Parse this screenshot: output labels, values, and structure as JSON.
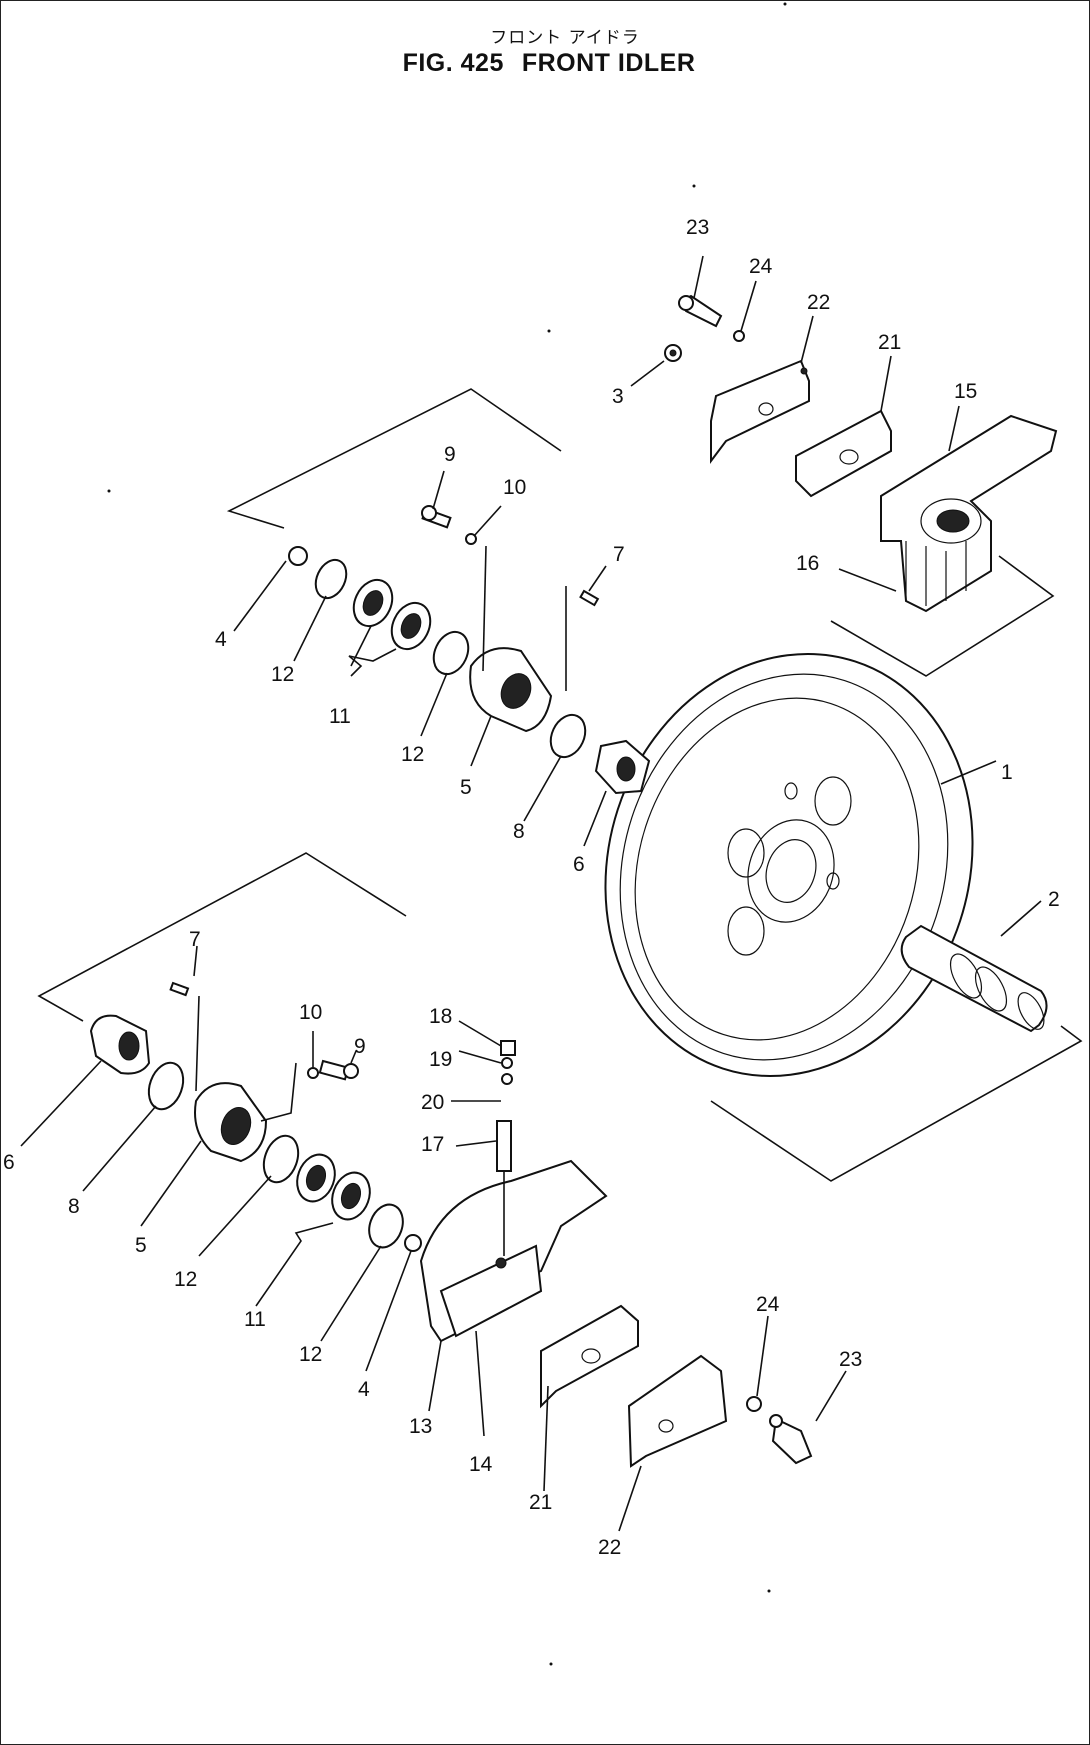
{
  "header": {
    "title_jp": "フロント アイドラ",
    "fig_label": "FIG. 425",
    "title_en": "FRONT IDLER"
  },
  "callouts": {
    "n1": "1",
    "n2": "2",
    "n3": "3",
    "n4_top": "4",
    "n4_bot": "4",
    "n5_top": "5",
    "n5_bot": "5",
    "n6_top": "6",
    "n6_bot": "6",
    "n7_top": "7",
    "n7_bot": "7",
    "n8_top": "8",
    "n8_bot": "8",
    "n9_top": "9",
    "n9_bot": "9",
    "n10_top": "10",
    "n10_bot": "10",
    "n11_top": "11",
    "n11_bot": "11",
    "n12_top_a": "12",
    "n12_top_b": "12",
    "n12_bot_a": "12",
    "n12_bot_b": "12",
    "n13": "13",
    "n14": "14",
    "n15": "15",
    "n16": "16",
    "n17": "17",
    "n18": "18",
    "n19": "19",
    "n20": "20",
    "n21_top": "21",
    "n21_bot": "21",
    "n22_top": "22",
    "n22_bot": "22",
    "n23_top": "23",
    "n23_bot": "23",
    "n24_top": "24",
    "n24_bot": "24"
  }
}
